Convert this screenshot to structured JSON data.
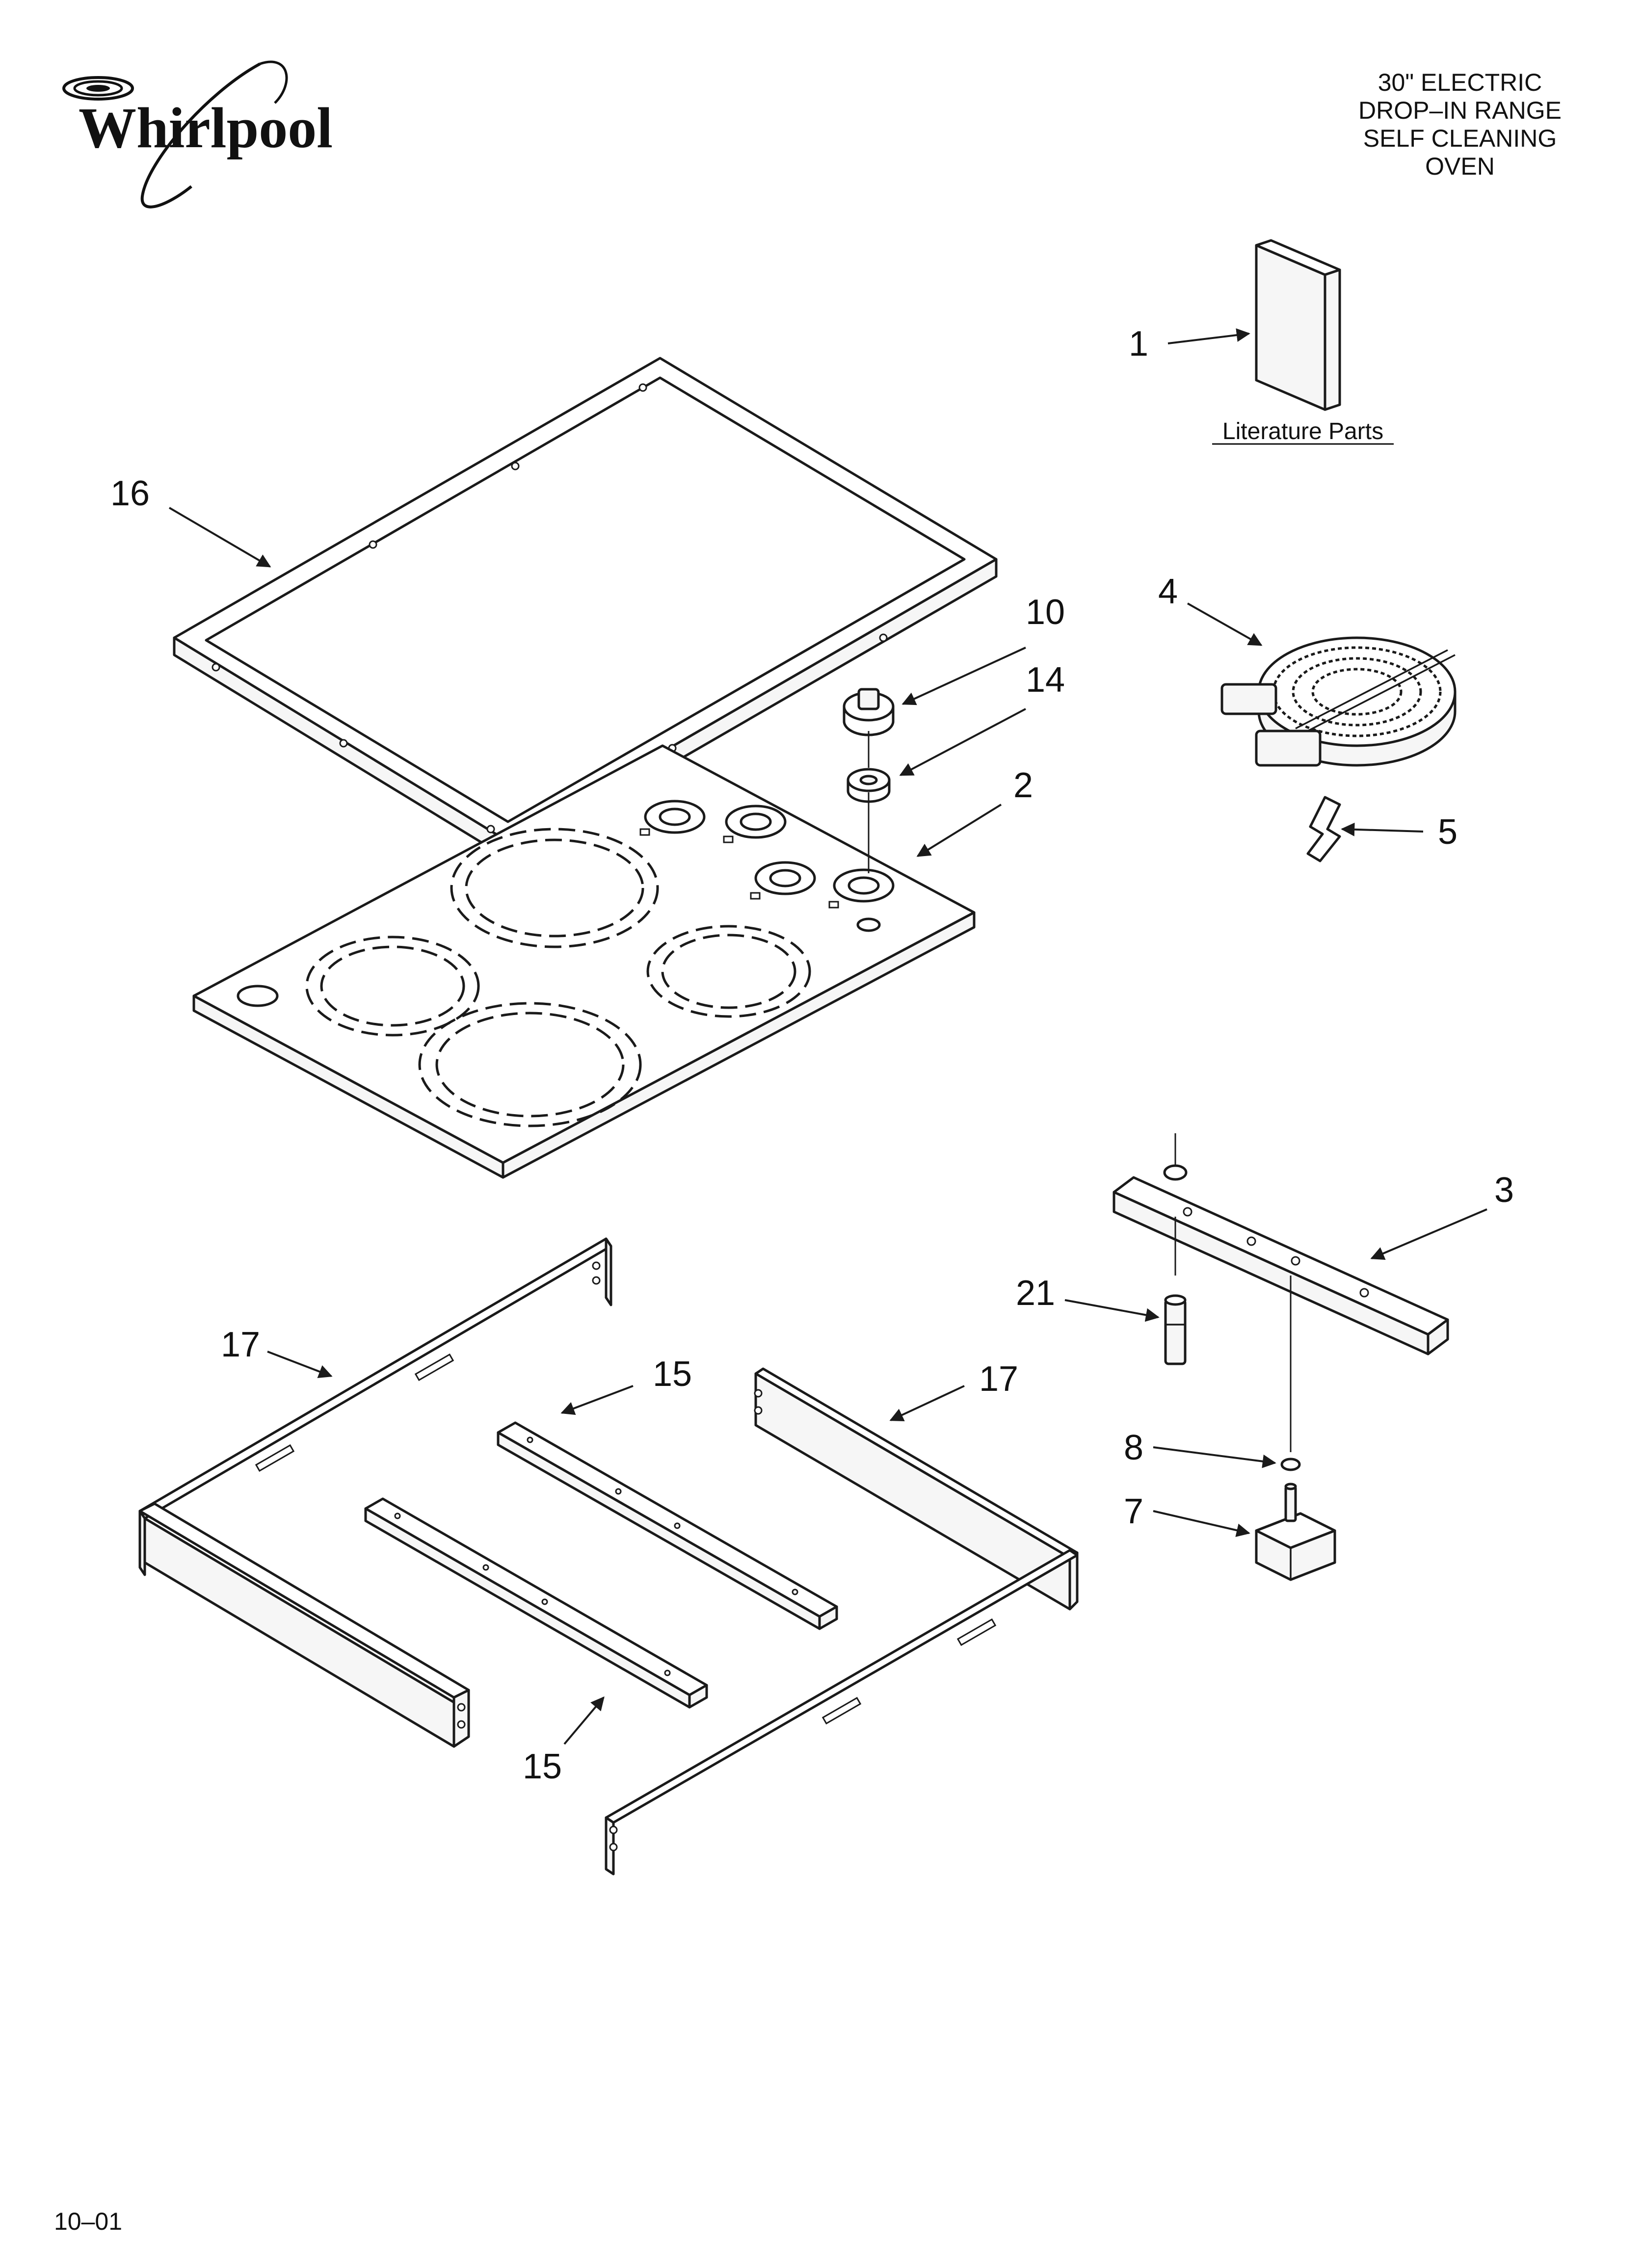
{
  "brand": {
    "name": "Whirlpool"
  },
  "header": {
    "title_lines": [
      "30\" ELECTRIC",
      "DROP–IN RANGE",
      "SELF CLEANING",
      "OVEN"
    ]
  },
  "literature": {
    "label": "Literature Parts"
  },
  "callouts": {
    "c1": "1",
    "c16": "16",
    "c10": "10",
    "c14": "14",
    "c4": "4",
    "c2": "2",
    "c5": "5",
    "c3": "3",
    "c21": "21",
    "c17_left": "17",
    "c15_top": "15",
    "c17_right": "17",
    "c8": "8",
    "c7": "7",
    "c15_bottom": "15"
  },
  "footer": {
    "code": "10–01"
  }
}
